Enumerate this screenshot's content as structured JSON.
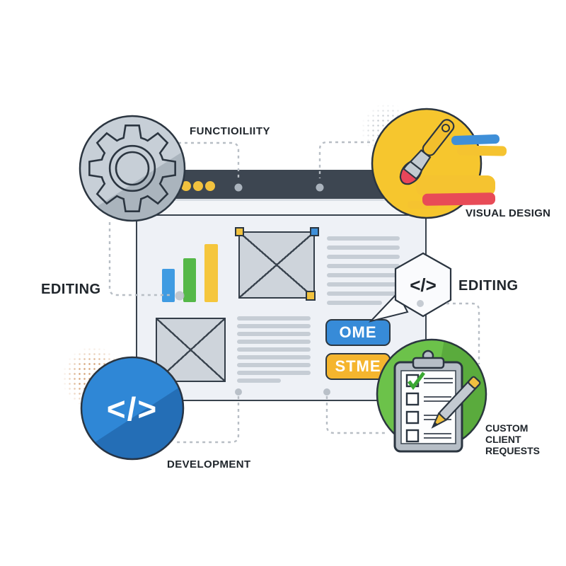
{
  "title": "web design workflow illustration",
  "labels": {
    "functionality": "FUNCTIOILIITY",
    "visual_design": "VISUAL DESIGN",
    "editing_left": "EDITING",
    "editing_right": "EDITING",
    "development": "DEVELOPMENT",
    "custom_requests_lines": [
      "CUSTOM",
      "CLIENT",
      "REQUESTS"
    ]
  },
  "browser": {
    "tab_dot_count": 3,
    "buttons": [
      {
        "label": "OME",
        "color": "#378bd8"
      },
      {
        "label": "STME",
        "color": "#f5b52e"
      }
    ]
  },
  "icons": {
    "code_glyph": "</>",
    "names": [
      "gear-icon",
      "paintbrush-icon",
      "code-icon",
      "code-hexagon-icon",
      "clipboard-icon",
      "pencil-icon",
      "checkmark-icon"
    ]
  },
  "colors": {
    "browser_bar": "#3d4651",
    "panel_bg": "#eef1f6",
    "accent_blue": "#2f87d6",
    "accent_green": "#6cc24a",
    "accent_yellow": "#f6c62e",
    "accent_red": "#e8465a",
    "gray_circle": "#c7cfd7",
    "dashed_line": "#b8bec5"
  }
}
